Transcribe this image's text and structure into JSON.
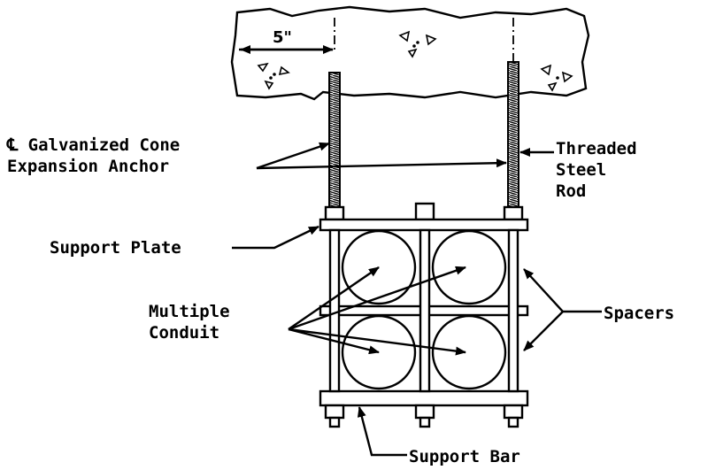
{
  "dimension": {
    "value": "5\""
  },
  "labels": {
    "anchor_line1": "℄ Galvanized Cone",
    "anchor_line2": "Expansion Anchor",
    "rod_line1": "Threaded",
    "rod_line2": "Steel",
    "rod_line3": "Rod",
    "support_plate": "Support Plate",
    "conduit_line1": "Multiple",
    "conduit_line2": "Conduit",
    "spacers": "Spacers",
    "support_bar": "Support Bar"
  }
}
